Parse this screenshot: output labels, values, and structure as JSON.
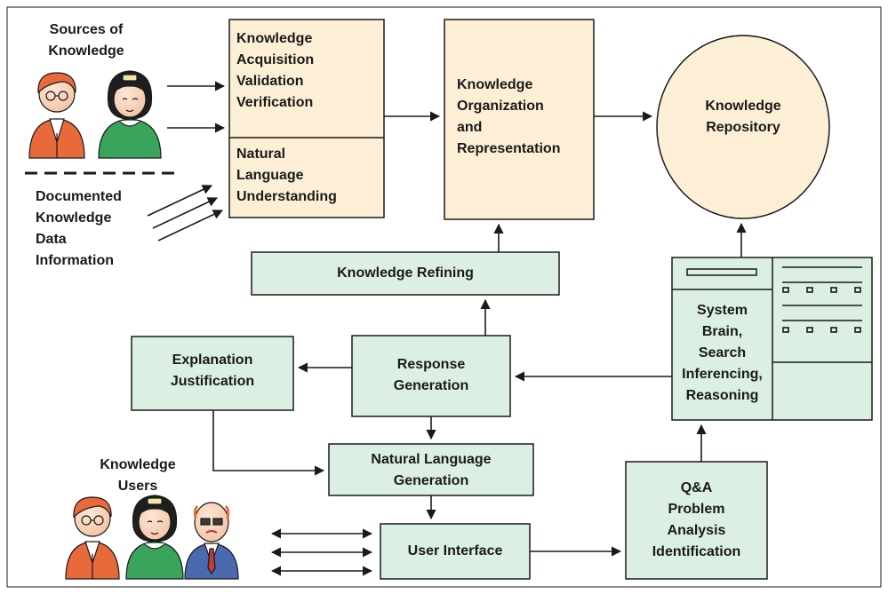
{
  "sources": {
    "title_lines": [
      "Sources of",
      "Knowledge"
    ]
  },
  "documented": {
    "lines": [
      "Documented",
      "Knowledge",
      "Data",
      "Information"
    ]
  },
  "acquisition": {
    "lines": [
      "Knowledge",
      "Acquisition",
      "Validation",
      "Verification"
    ]
  },
  "nlu": {
    "lines": [
      "Natural",
      "Language",
      "Understanding"
    ]
  },
  "organization": {
    "lines": [
      "Knowledge",
      "Organization",
      "and",
      "Representation"
    ]
  },
  "repository": {
    "lines": [
      "Knowledge",
      "Repository"
    ]
  },
  "refining": {
    "label": "Knowledge Refining"
  },
  "explanation": {
    "lines": [
      "Explanation",
      "Justification"
    ]
  },
  "response": {
    "lines": [
      "Response",
      "Generation"
    ]
  },
  "system_brain": {
    "lines": [
      "System",
      "Brain,",
      "Search",
      "Inferencing,",
      "Reasoning"
    ]
  },
  "nlg": {
    "lines": [
      "Natural Language",
      "Generation"
    ]
  },
  "users": {
    "title_lines": [
      "Knowledge",
      "Users"
    ]
  },
  "user_interface": {
    "label": "User Interface"
  },
  "qa": {
    "lines": [
      "Q&A",
      "Problem",
      "Analysis",
      "Identification"
    ]
  },
  "colors": {
    "cream_box": "#fdefd6",
    "green_box": "#dcefe3",
    "repository_fill": "#fdefd6",
    "stroke": "#1a1a1a",
    "person_orange": "#e8693a",
    "person_green": "#3aa35c",
    "person_blue": "#4a6ab0"
  }
}
